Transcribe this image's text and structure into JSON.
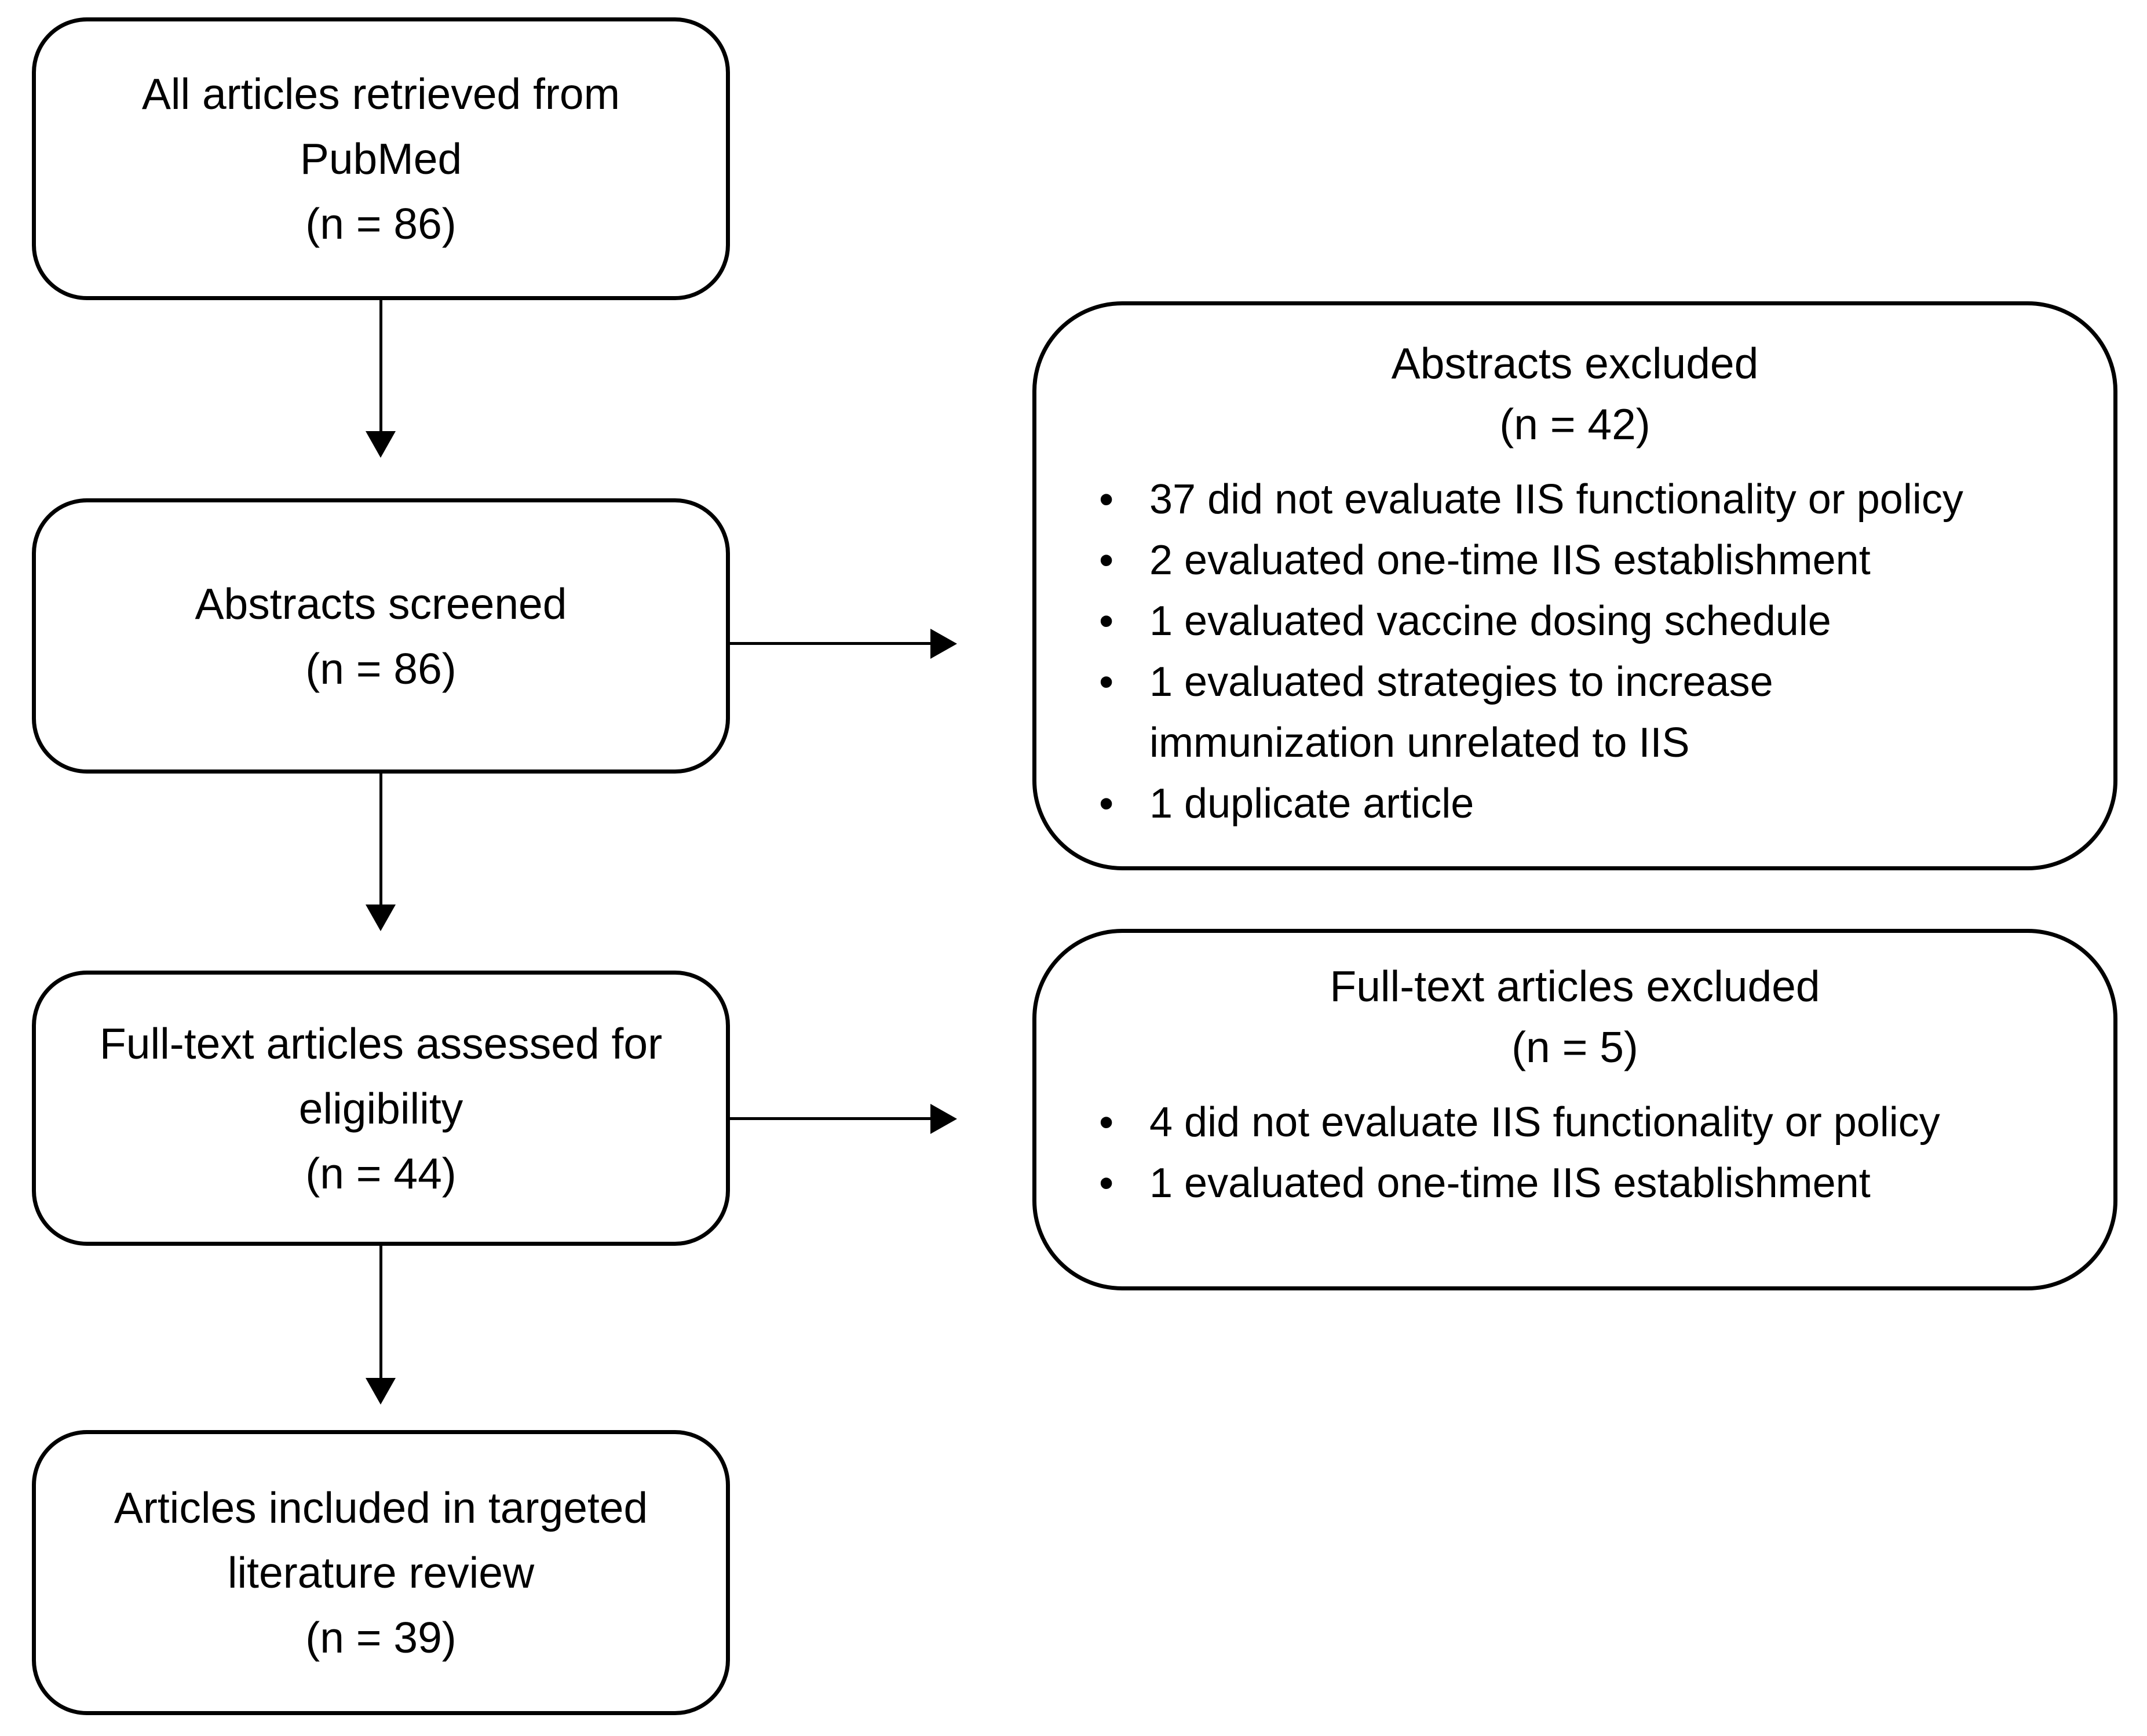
{
  "figure": {
    "background": "#ffffff",
    "line_color": "#000000",
    "text_color": "#000000",
    "flow_boxes": [
      {
        "lines": [
          "All articles retrieved from",
          "PubMed",
          "(n = 86)"
        ]
      },
      {
        "lines": [
          "Abstracts screened",
          "(n = 86)"
        ]
      },
      {
        "lines": [
          "Full-text articles assessed for",
          "eligibility",
          "(n = 44)"
        ]
      },
      {
        "lines": [
          "Articles included in targeted",
          "literature review",
          "(n = 39)"
        ]
      }
    ],
    "exclusion_boxes": [
      {
        "title": "Abstracts excluded",
        "count": "(n = 42)",
        "bullets": [
          [
            "37 did not evaluate IIS functionality or policy"
          ],
          [
            "2 evaluated one-time IIS establishment"
          ],
          [
            "1 evaluated vaccine dosing schedule"
          ],
          [
            "1 evaluated strategies to increase",
            "immunization unrelated to IIS"
          ],
          [
            "1 duplicate article"
          ]
        ]
      },
      {
        "title": "Full-text articles excluded",
        "count": "(n = 5)",
        "bullets": [
          [
            "4 did not evaluate IIS functionality or policy"
          ],
          [
            "1 evaluated one-time IIS establishment"
          ]
        ]
      }
    ]
  }
}
